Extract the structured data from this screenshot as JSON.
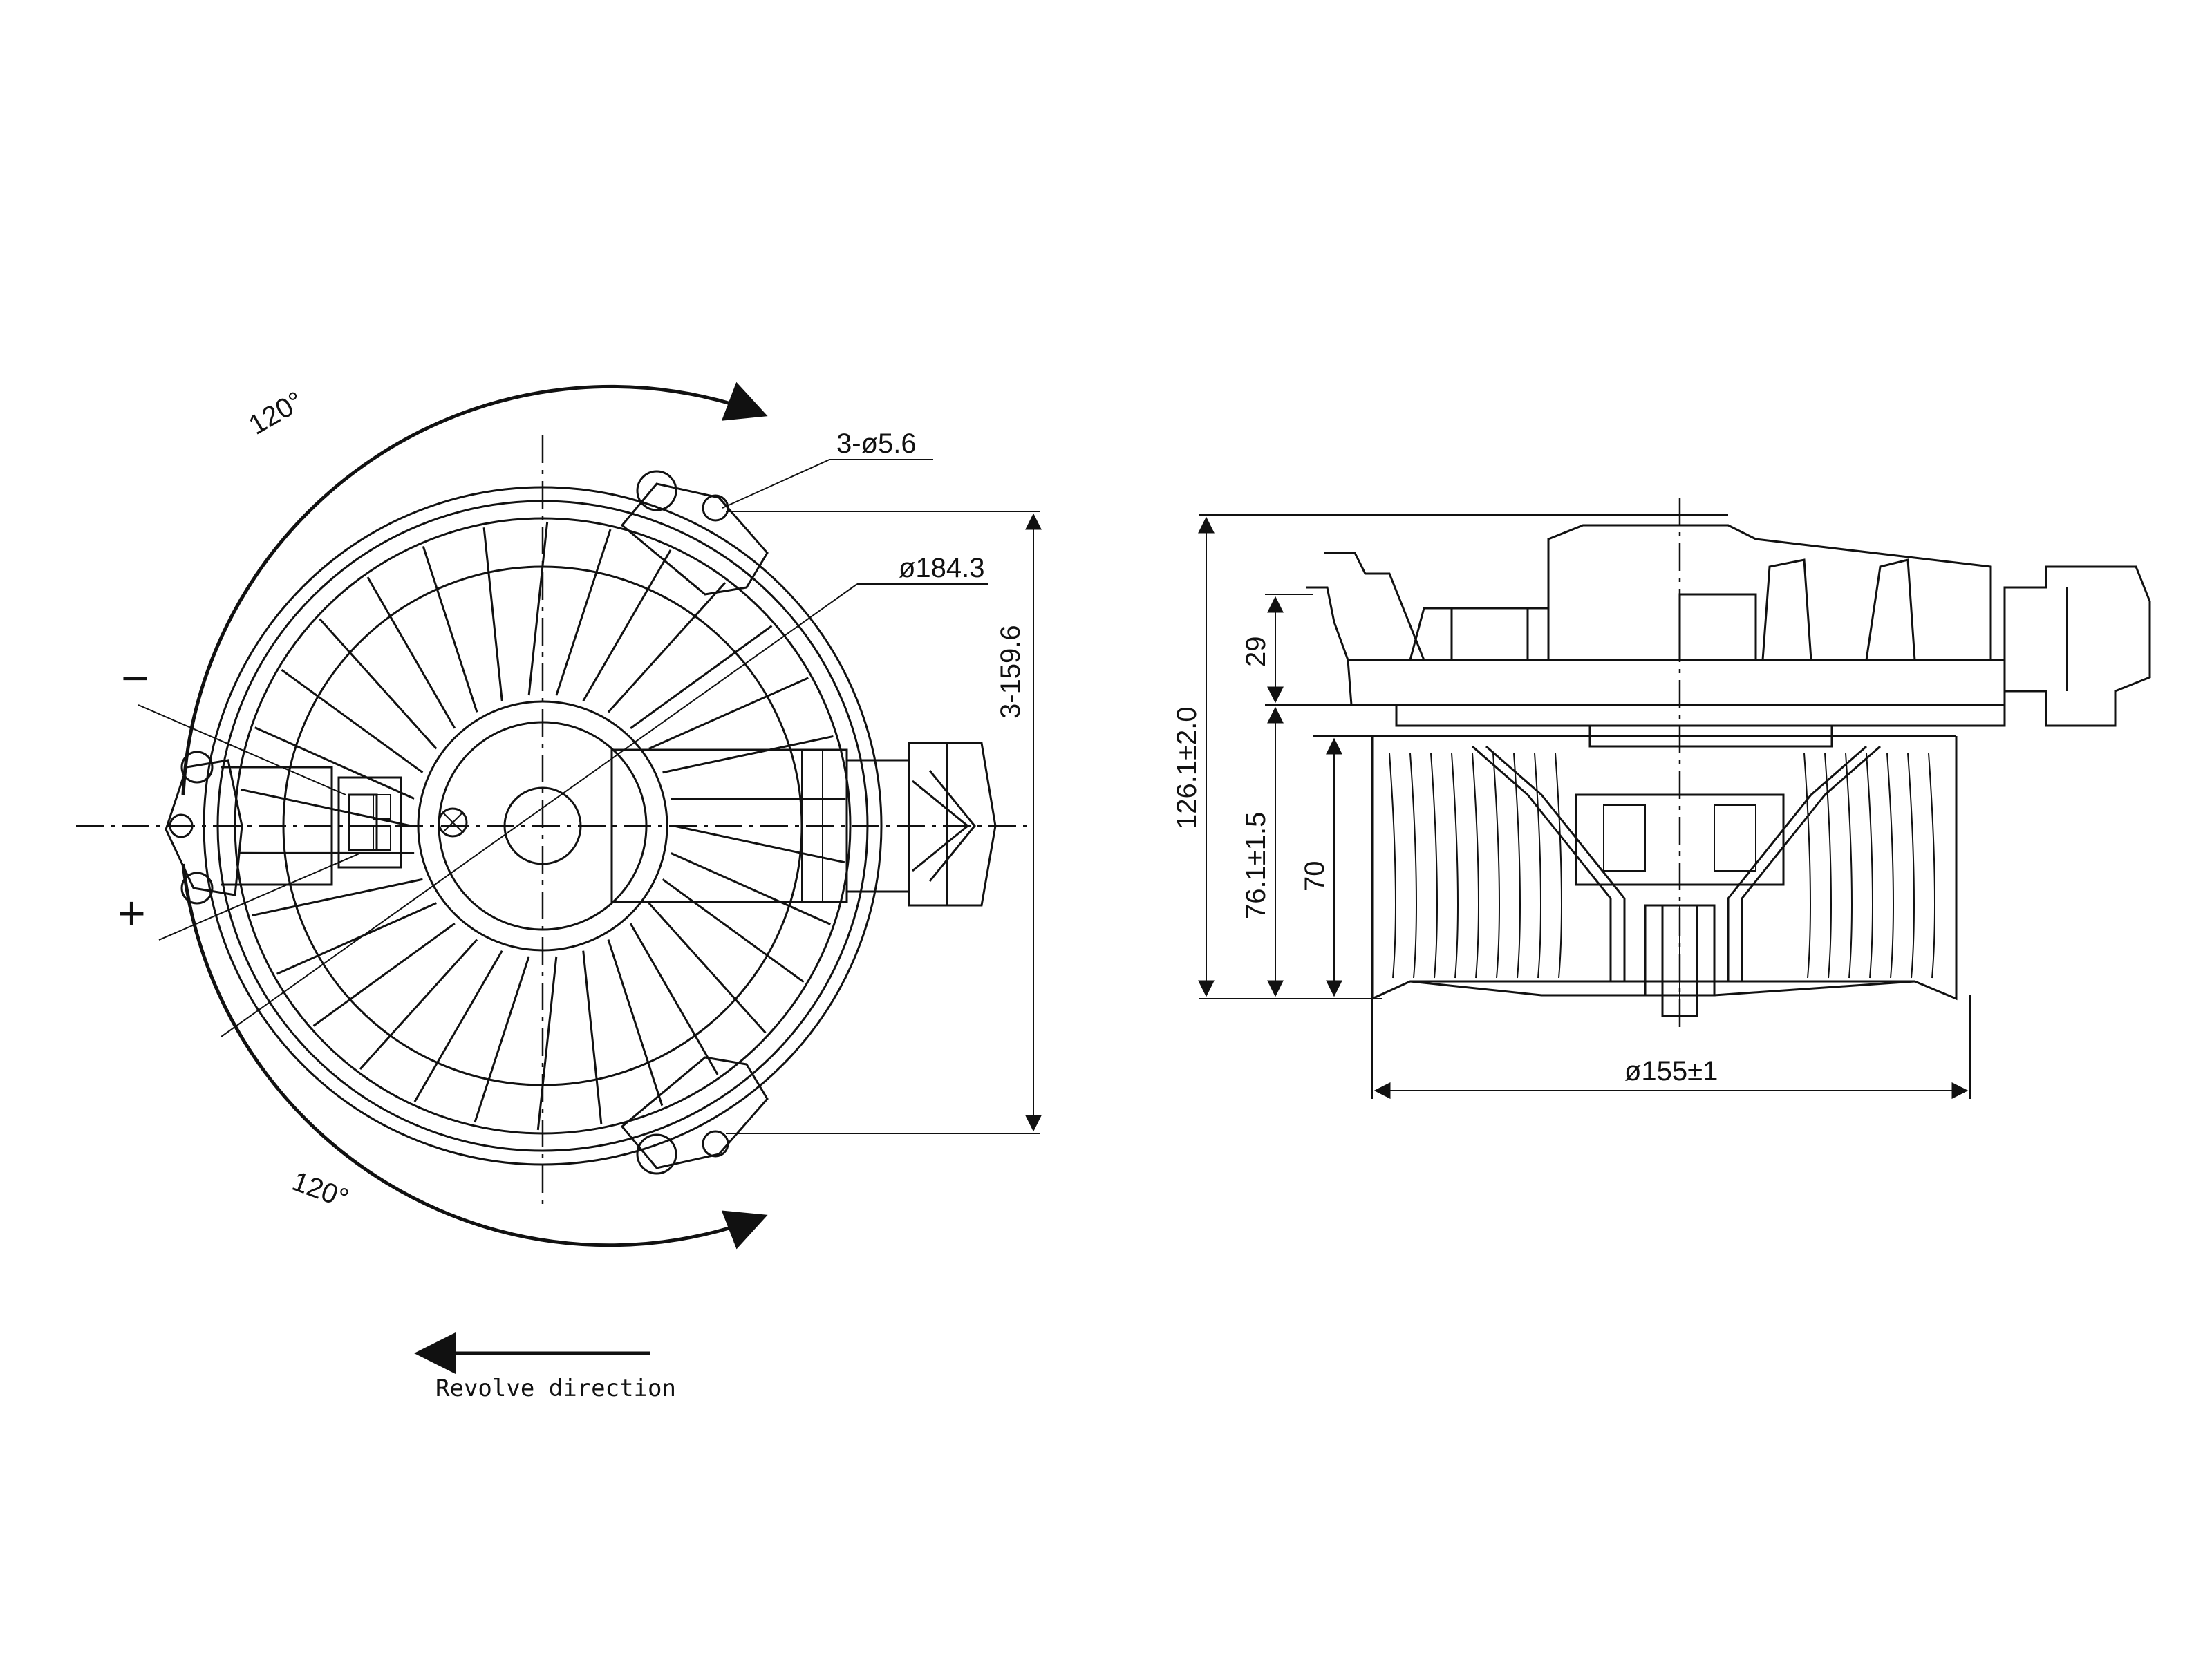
{
  "front_view": {
    "angle_top": "120°",
    "angle_bottom": "120°",
    "holes": "3-ø5.6",
    "diameter": "ø184.3",
    "pitch": "3-159.6",
    "minus": "−",
    "plus": "+",
    "direction": "Revolve direction"
  },
  "side_view": {
    "height_total": "126.1±2.0",
    "height_top": "29",
    "height_wheel": "76.1±1.5",
    "height_blade": "70",
    "wheel_diameter": "ø155±1"
  }
}
